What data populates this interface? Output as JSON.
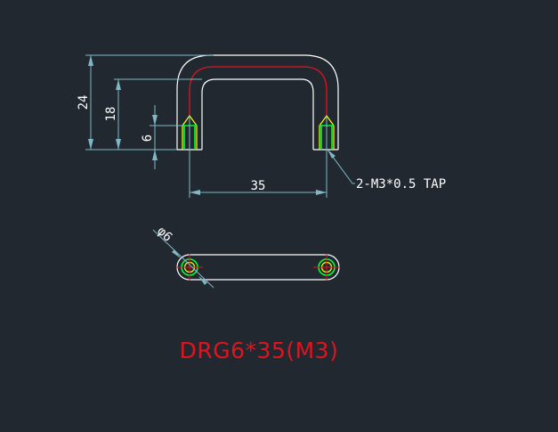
{
  "drawing": {
    "title": "DRG6*35(M3)",
    "callout": "2-M3*0.5 TAP",
    "dims": {
      "width": "35",
      "height_total": "24",
      "height_inner": "18",
      "thread_depth": "6",
      "diameter": "φ6"
    }
  },
  "colors": {
    "background": "#212830",
    "outline": "#ffffff",
    "dimension": "#7fb8c4",
    "centerline": "#e0141e",
    "thread": "#00ff33",
    "hole": "#ffff00"
  }
}
